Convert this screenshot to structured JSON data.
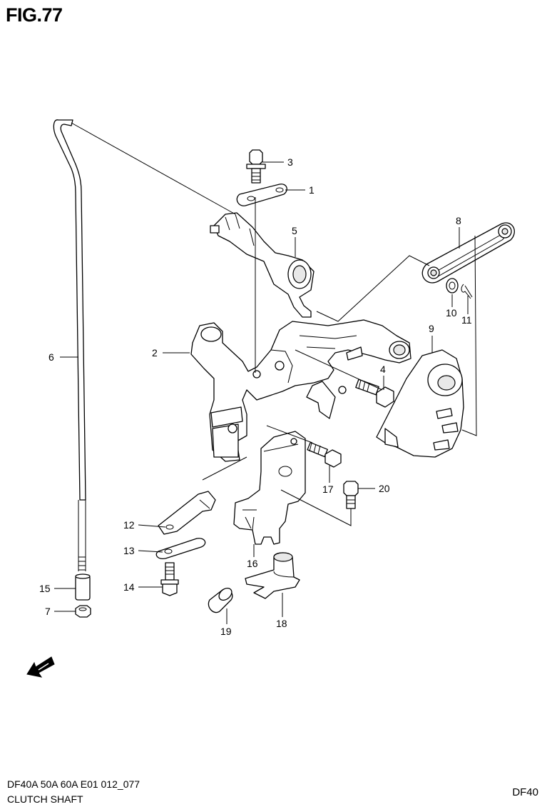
{
  "figure": {
    "title": "FIG.77"
  },
  "footer": {
    "model_line": "DF40A 50A 60A E01 012_077",
    "part_name": "CLUTCH SHAFT",
    "model_code": "DF40"
  },
  "callouts": [
    {
      "id": "c1",
      "label": "1"
    },
    {
      "id": "c2",
      "label": "2"
    },
    {
      "id": "c3",
      "label": "3"
    },
    {
      "id": "c4",
      "label": "4"
    },
    {
      "id": "c5",
      "label": "5"
    },
    {
      "id": "c6",
      "label": "6"
    },
    {
      "id": "c7",
      "label": "7"
    },
    {
      "id": "c8",
      "label": "8"
    },
    {
      "id": "c9",
      "label": "9"
    },
    {
      "id": "c10",
      "label": "10"
    },
    {
      "id": "c11",
      "label": "11"
    },
    {
      "id": "c12",
      "label": "12"
    },
    {
      "id": "c13",
      "label": "13"
    },
    {
      "id": "c14",
      "label": "14"
    },
    {
      "id": "c15",
      "label": "15"
    },
    {
      "id": "c16",
      "label": "16"
    },
    {
      "id": "c17",
      "label": "17"
    },
    {
      "id": "c18",
      "label": "18"
    },
    {
      "id": "c19",
      "label": "19"
    },
    {
      "id": "c20",
      "label": "20"
    }
  ],
  "icons": {
    "direction": "fwd-arrow-icon"
  }
}
